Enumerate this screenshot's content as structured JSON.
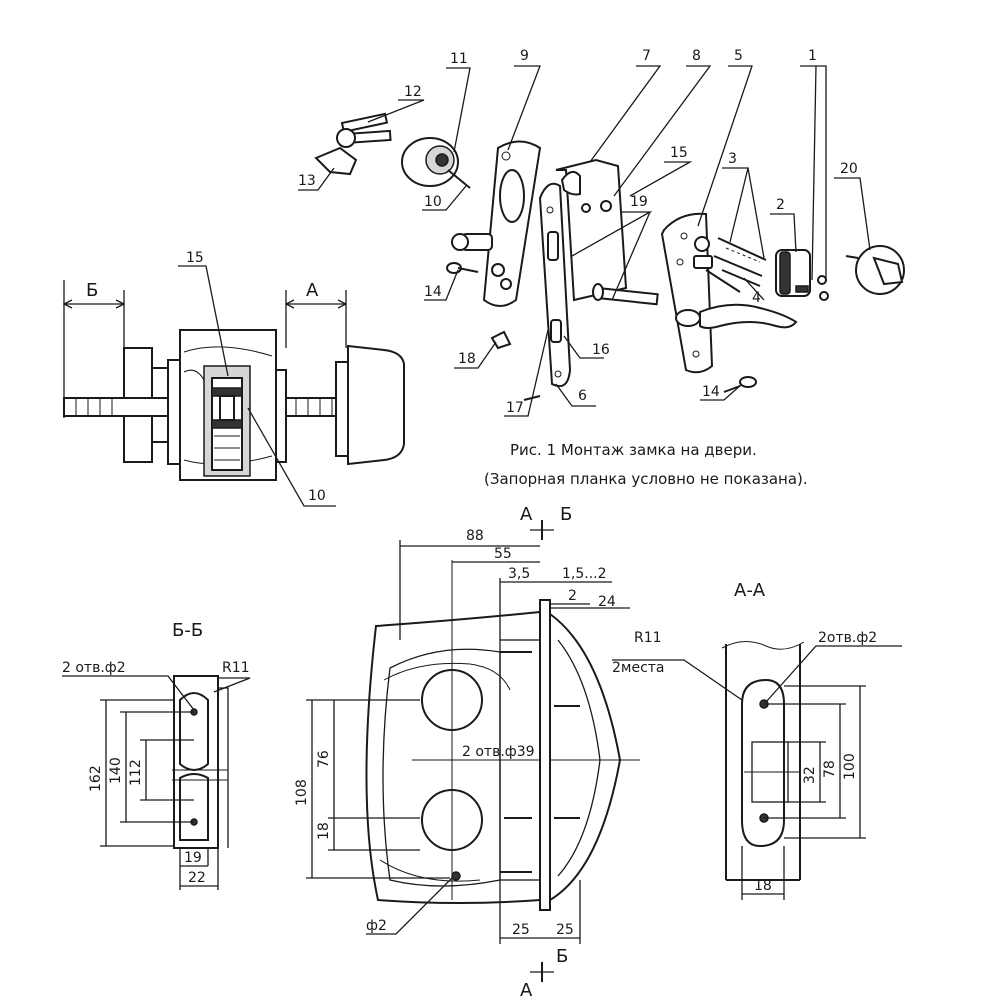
{
  "caption": {
    "line1": "Рис. 1 Монтаж замка на двери.",
    "line2": "(Запорная планка условно не показана)."
  },
  "part_numbers": [
    "1",
    "2",
    "3",
    "4",
    "5",
    "6",
    "7",
    "8",
    "9",
    "10",
    "11",
    "12",
    "13",
    "14",
    "15",
    "16",
    "17",
    "18",
    "19",
    "20"
  ],
  "exploded": {
    "callouts": {
      "n11": "11",
      "n12": "12",
      "n13": "13",
      "n10": "10",
      "n9": "9",
      "n7": "7",
      "n8": "8",
      "n5": "5",
      "n1": "1",
      "n15": "15",
      "n19": "19",
      "n3": "3",
      "n2": "2",
      "n20": "20",
      "n4": "4",
      "n14a": "14",
      "n14b": "14",
      "n18": "18",
      "n16": "16",
      "n17": "17",
      "n6": "6"
    }
  },
  "assembly": {
    "label_b": "Б",
    "label_a": "А",
    "callout_15": "15",
    "callout_10": "10"
  },
  "section_bb": {
    "title": "Б-Б",
    "holes": "2 отв.ф2",
    "radius": "R11",
    "d162": "162",
    "d140": "140",
    "d112": "112",
    "d19": "19",
    "d22": "22"
  },
  "front_view": {
    "cut_top_a": "А",
    "cut_top_b": "Б",
    "cut_bot_a": "А",
    "cut_bot_b": "Б",
    "d88": "88",
    "d55": "55",
    "d35": "3,5",
    "d15": "1,5...2",
    "d2": "2",
    "d24": "24",
    "radius": "R11",
    "places": "2места",
    "holes39": "2 отв.ф39",
    "d108": "108",
    "d76": "76",
    "d18": "18",
    "phi2": "ф2",
    "d25a": "25",
    "d25b": "25"
  },
  "section_aa": {
    "title": "А-А",
    "holes": "2отв.ф2",
    "d32": "32",
    "d78": "78",
    "d100": "100",
    "d18": "18"
  }
}
